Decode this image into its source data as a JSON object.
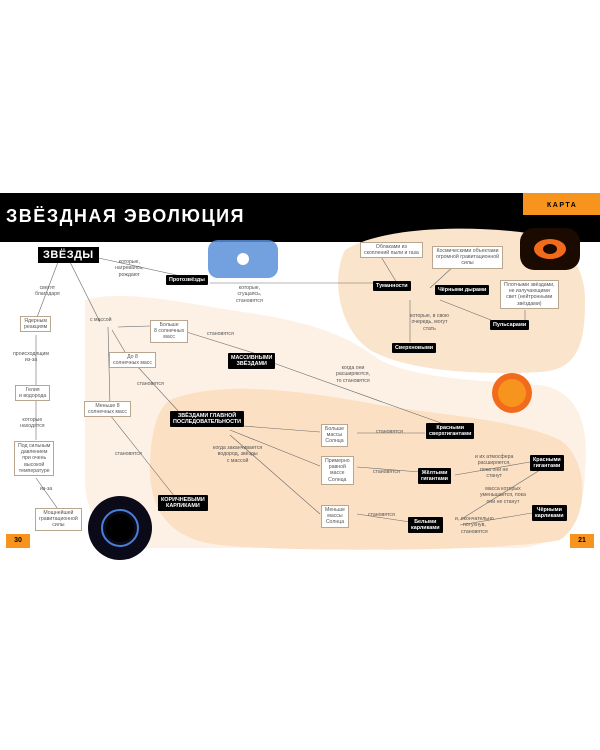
{
  "header": {
    "title": "ЗВЁЗДНАЯ ЭВОЛЮЦИЯ",
    "map_label": "КАРТА"
  },
  "pages": {
    "left_number": "30",
    "right_number": "21"
  },
  "nodes": {
    "stars": "ЗВЁЗДЫ",
    "protostars": "Протозвёзды",
    "nebulae": "Туманности",
    "black_holes": "Чёрными дырами",
    "pulsars": "Пульсарами",
    "supernovae": "Сверхновыми",
    "massive_stars": "МАССИВНЫМИ\nЗВЁЗДАМИ",
    "main_sequence": "ЗВЁЗДАМИ ГЛАВНОЙ\nПОСЛЕДОВАТЕЛЬНОСТИ",
    "brown_dwarfs": "КОРИЧНЕВЫМИ\nКАРЛИКАМИ",
    "red_supergiants": "Красными\nсверхгигантами",
    "yellow_giants": "Жёлтыми\nгигантами",
    "red_giants": "Красными\nгигантами",
    "white_dwarfs": "Белыми\nкарликами",
    "black_dwarfs": "Чёрными\nкарликами"
  },
  "boxes": {
    "gas_dust": "Облаками из\nскоплений пыли и газа",
    "cosmic_objects": "Космическими объектами\nогромной гравитационной\nсилы",
    "dense_stars": "Плотными звёздами,\nне излучающими\nсвет (нейтронными\nзвёздами)",
    "more_than_8": "Больше\n8 солнечных\nмасс",
    "up_to_8": "До 8\nсолнечных масс",
    "less_than_8": "Меньше 8\nсолнечных масс",
    "nuclear": "Ядерным\nреакциям",
    "helium": "Гелия\nи водорода",
    "high_pressure": "Под сильным\nдавлением\nпри очень\nвысокой\nтемпературе",
    "gravity": "Мощнейшей\nгравитационной\nсилы",
    "more_sun": "Больше\nмассы\nСолнца",
    "approx_sun": "Примерно\nравной\nмассе\nСолнца",
    "less_sun": "Меньше\nмассы\nСолнца"
  },
  "labels": {
    "which_born": "которые,\nнагреваясь,\nрождают",
    "which_condense": "которые,\nсгущаясь,\nстановятся",
    "shine_thanks": "светят\nблагодаря",
    "consisting": "происходящим\nиз-за",
    "which_found": "которые\nнаходятся",
    "due_to": "из-за",
    "with_mass": "с массой",
    "become_1": "становятся",
    "become_2": "становятся",
    "become_3": "становятся",
    "which_in_turn": "которые, в свою\nочередь, могут\nстать",
    "when_expand": "когда они\nрасширяются,\nто становятся",
    "when_hydrogen_ends": "когда заканчивается\nводород, звёзды\nс массой",
    "become_4": "становятся",
    "become_5": "становятся",
    "become_6": "становятся",
    "if_atmosphere": "и их атмосфера\nрасширяется,\nпока они не\nстанут",
    "mass_decreases": "масса которых\nуменьшается, пока\nони не станут",
    "gradually_cooling": "и, окончательно\nпотухнув,\nстановятся"
  }
}
